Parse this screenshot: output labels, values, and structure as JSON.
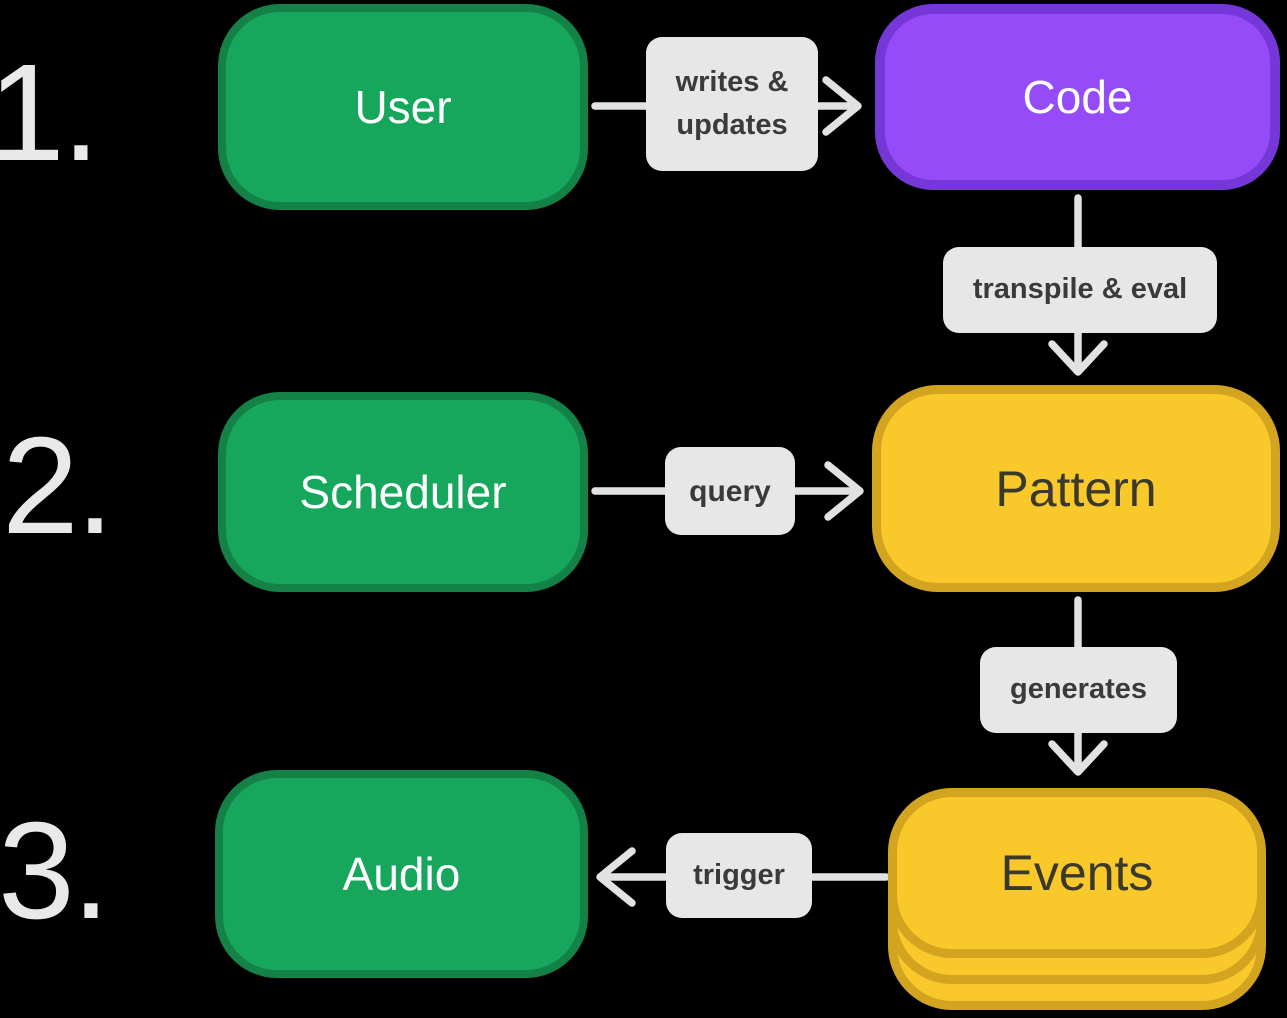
{
  "steps": [
    {
      "number": "1."
    },
    {
      "number": "2."
    },
    {
      "number": "3."
    }
  ],
  "nodes": {
    "user": {
      "label": "User"
    },
    "code": {
      "label": "Code"
    },
    "scheduler": {
      "label": "Scheduler"
    },
    "pattern": {
      "label": "Pattern"
    },
    "audio": {
      "label": "Audio"
    },
    "events": {
      "label": "Events"
    }
  },
  "edges": {
    "writes_updates": {
      "line1": "writes &",
      "line2": "updates",
      "from": "user",
      "to": "code"
    },
    "transpile_eval": {
      "label": "transpile & eval",
      "from": "code",
      "to": "pattern"
    },
    "query": {
      "label": "query",
      "from": "scheduler",
      "to": "pattern"
    },
    "generates": {
      "label": "generates",
      "from": "pattern",
      "to": "events"
    },
    "trigger": {
      "label": "trigger",
      "from": "events",
      "to": "audio"
    }
  },
  "colors": {
    "background": "#000000",
    "green_fill": "#17a75c",
    "green_border": "#148147",
    "purple_fill": "#964bf8",
    "purple_border": "#7637d8",
    "yellow_fill": "#f9c82b",
    "yellow_border": "#d3a41f",
    "chip_background": "#e7e7e7",
    "chip_text": "#3a3a3a",
    "arrow": "#e2e2e2",
    "step_number_text": "#e9e9e9",
    "node_text_light": "#ffffff",
    "node_text_dark": "#3b392c"
  }
}
